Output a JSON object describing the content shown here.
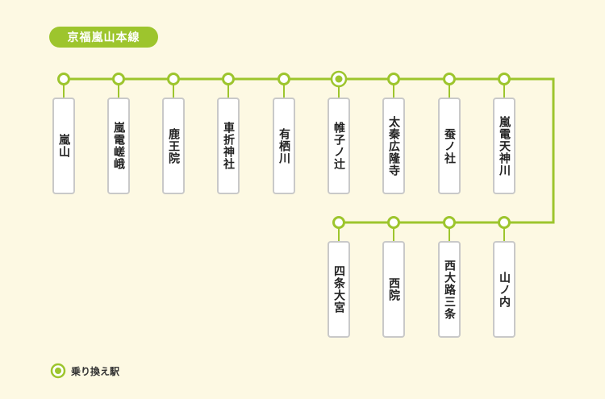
{
  "line_name": "京福嵐山本線",
  "colors": {
    "line": "#9dc52d",
    "box_border": "#c9c9c9"
  },
  "upper_row": [
    {
      "name": "嵐山",
      "transfer": false
    },
    {
      "name": "嵐電嵯峨",
      "transfer": false
    },
    {
      "name": "鹿王院",
      "transfer": false
    },
    {
      "name": "車折神社",
      "transfer": false
    },
    {
      "name": "有栖川",
      "transfer": false
    },
    {
      "name": "帷子ノ辻",
      "transfer": true
    },
    {
      "name": "太秦広隆寺",
      "transfer": false
    },
    {
      "name": "蚕ノ社",
      "transfer": false
    },
    {
      "name": "嵐電天神川",
      "transfer": false
    }
  ],
  "lower_row": [
    {
      "name": "四条大宮",
      "transfer": false
    },
    {
      "name": "西院",
      "transfer": false
    },
    {
      "name": "西大路三条",
      "transfer": false
    },
    {
      "name": "山ノ内",
      "transfer": false
    }
  ],
  "legend": {
    "label": "乗り換え駅",
    "icon": "transfer-station-icon"
  }
}
